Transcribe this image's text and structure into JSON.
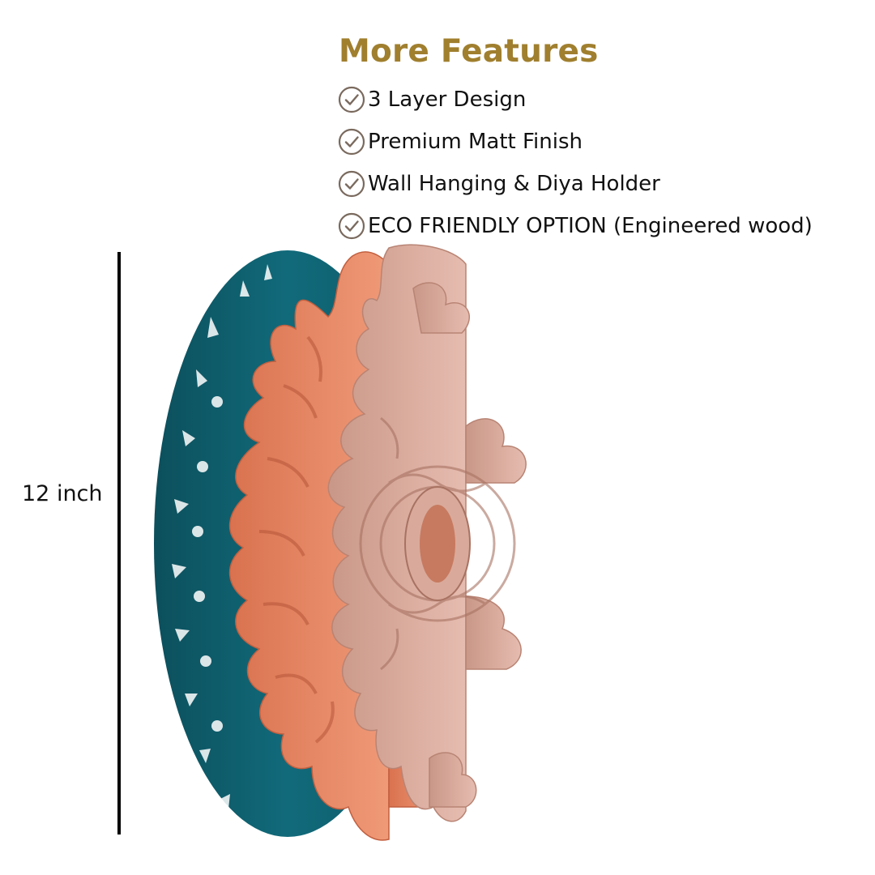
{
  "features": {
    "title": "More Features",
    "items": [
      {
        "label": "3 Layer Design",
        "icon": "check-circle-icon"
      },
      {
        "label": "Premium Matt Finish",
        "icon": "check-circle-icon"
      },
      {
        "label": "Wall Hanging & Diya Holder",
        "icon": "check-circle-icon"
      },
      {
        "label": "ECO FRIENDLY OPTION (Engineered wood)",
        "icon": "check-circle-icon"
      }
    ]
  },
  "dimension": {
    "label": "12 inch"
  },
  "colors": {
    "title_gold": "#a07f2e",
    "teal_layer": "#0f5f6e",
    "orange_layer": "#e8896a",
    "pink_layer": "#dcaea0",
    "icon_stroke": "#7a6a5e"
  }
}
